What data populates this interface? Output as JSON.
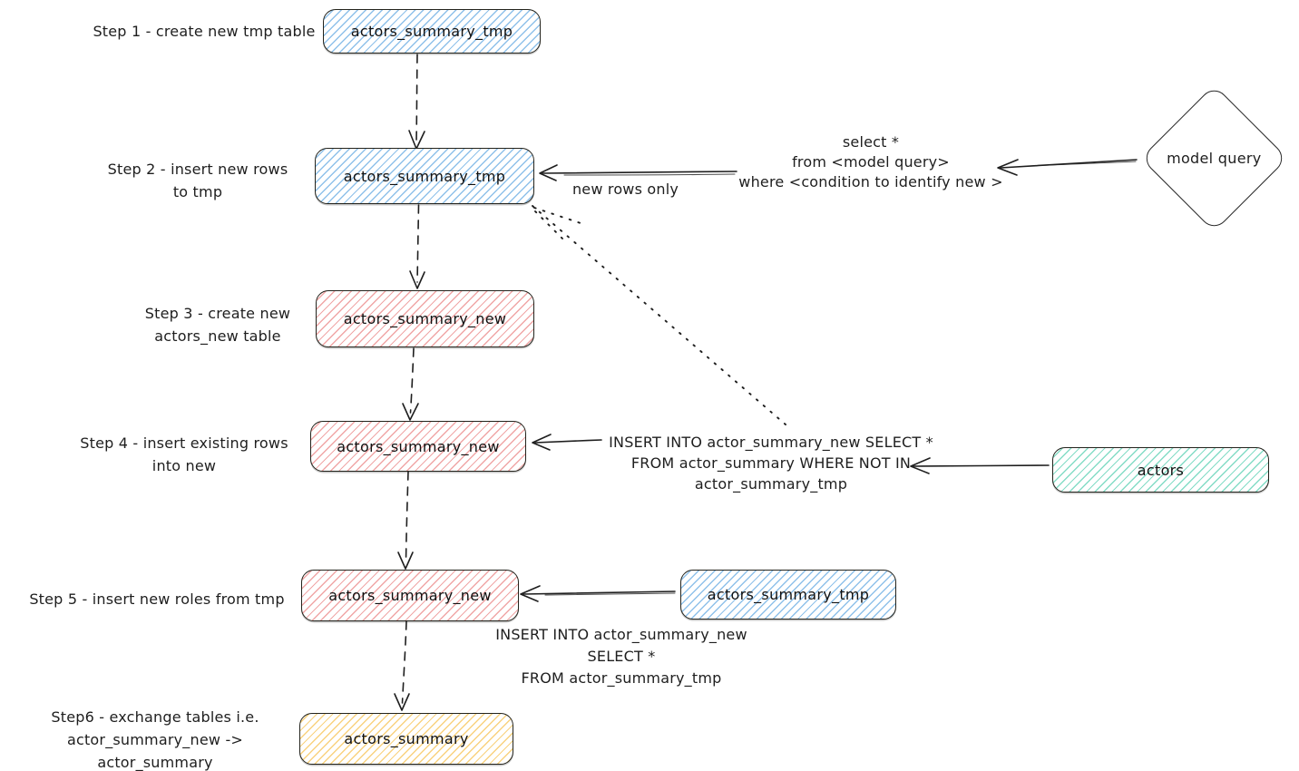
{
  "canvas": {
    "background": "#ffffff",
    "ink": "#1e1e1e"
  },
  "palette": {
    "blue": "#8fc1ea",
    "pink": "#f0a6a6",
    "teal": "#84dcc6",
    "yellow": "#f9d27f"
  },
  "steps": [
    {
      "label": "Step 1 - create new tmp table",
      "node": "actors_summary_tmp",
      "color": "blue"
    },
    {
      "label": "Step 2 - insert new rows\nto tmp",
      "node": "actors_summary_tmp",
      "color": "blue"
    },
    {
      "label": "Step 3 - create new\nactors_new table",
      "node": "actors_summary_new",
      "color": "pink"
    },
    {
      "label": "Step 4 - insert existing rows\ninto new",
      "node": "actors_summary_new",
      "color": "pink"
    },
    {
      "label": "Step 5 - insert new roles from tmp",
      "node": "actors_summary_new",
      "color": "pink"
    },
    {
      "label": "Step6 - exchange tables i.e.\nactor_summary_new -> actor_summary",
      "node": "actors_summary",
      "color": "yellow"
    }
  ],
  "side_nodes": {
    "model_query": {
      "label": "model query",
      "shape": "diamond"
    },
    "tmp_source": {
      "label": "actors_summary_tmp",
      "color": "blue"
    },
    "actors_source": {
      "label": "actors",
      "color": "teal"
    }
  },
  "annotations": {
    "new_rows_only": "new rows only",
    "select_query": "select *\nfrom <model query>\nwhere <condition to identify new >",
    "insert_not_in": "INSERT INTO actor_summary_new SELECT *\nFROM actor_summary WHERE NOT IN\nactor_summary_tmp",
    "insert_from_tmp": "INSERT INTO actor_summary_new\nSELECT *\nFROM actor_summary_tmp"
  }
}
